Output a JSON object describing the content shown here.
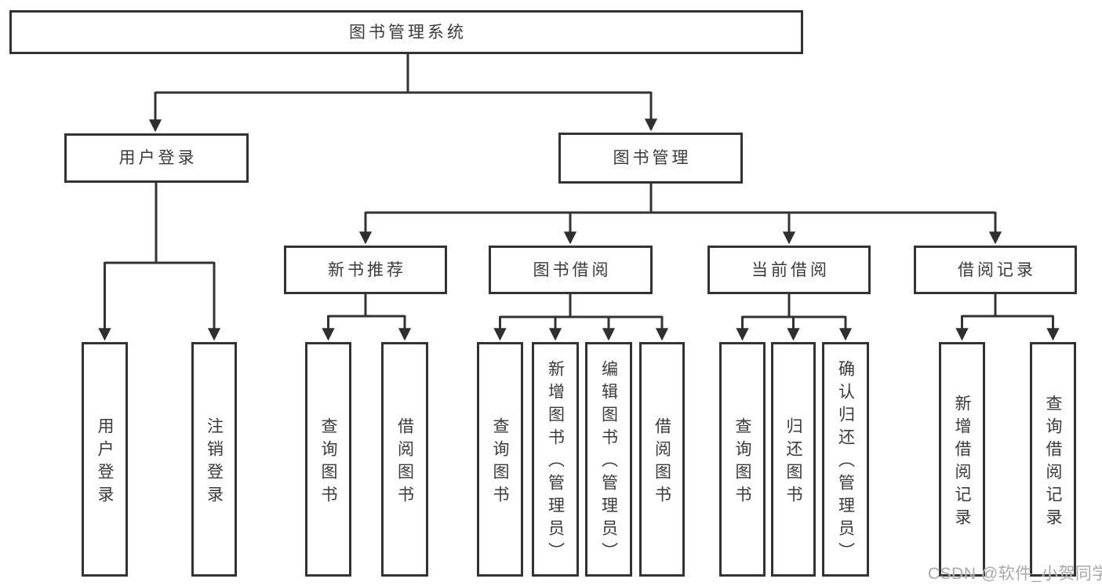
{
  "nodes": {
    "root": {
      "label": "图书管理系统"
    },
    "user_login": {
      "label": "用户登录"
    },
    "book_management": {
      "label": "图书管理"
    },
    "new_book_recommend": {
      "label": "新书推荐"
    },
    "book_borrowing": {
      "label": "图书借阅"
    },
    "current_borrowing": {
      "label": "当前借阅"
    },
    "borrow_records": {
      "label": "借阅记录"
    },
    "leaf_user_login": {
      "label": "用户登录"
    },
    "leaf_logout": {
      "label": "注销登录"
    },
    "leaf_nb_query_books": {
      "label": "查询图书"
    },
    "leaf_nb_borrow_books": {
      "label": "借阅图书"
    },
    "leaf_bb_query_books": {
      "label": "查询图书"
    },
    "leaf_bb_add_books_admin": {
      "label": "新增图书（管理员）"
    },
    "leaf_bb_edit_books_admin": {
      "label": "编辑图书（管理员）"
    },
    "leaf_bb_borrow_books": {
      "label": "借阅图书"
    },
    "leaf_cb_query_books": {
      "label": "查询图书"
    },
    "leaf_cb_return_books": {
      "label": "归还图书"
    },
    "leaf_cb_confirm_return_admin": {
      "label": "确认归还（管理员）"
    },
    "leaf_br_add_record": {
      "label": "新增借阅记录"
    },
    "leaf_br_query_record": {
      "label": "查询借阅记录"
    }
  },
  "watermark": {
    "text": "CSDN @软件_小贺同学"
  },
  "colors": {
    "line": "#333333",
    "text": "#3a3a3a",
    "watermark": "#a9a9a9",
    "background": "#ffffff"
  }
}
